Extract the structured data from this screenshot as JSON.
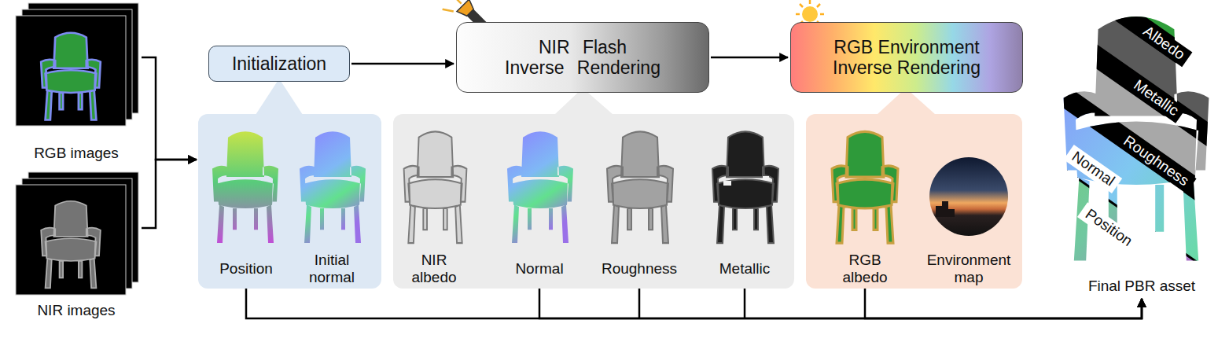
{
  "diagram": {
    "nodes": [
      {
        "text": [
          "RGB images"
        ]
      },
      {
        "text": [
          "NIR images"
        ]
      },
      {
        "text": [
          "Initialization"
        ]
      },
      {
        "text": [
          "NIR Flash Inverse Rendering"
        ]
      },
      {
        "text": [
          "RGB Environment Inverse Rendering"
        ]
      },
      {
        "text": [
          "Position",
          "Initial normal"
        ]
      },
      {
        "text": [
          "NIR albedo",
          "Normal",
          "Roughness",
          "Metallic"
        ]
      },
      {
        "text": [
          "RGB albedo",
          "Environment map"
        ]
      },
      {
        "text": [
          "Final PBR asset"
        ]
      }
    ],
    "edges": [
      {
        "from": 0,
        "to": 5,
        "arrow": "to"
      },
      {
        "from": 1,
        "to": 5,
        "arrow": "to"
      },
      {
        "from": 2,
        "to": 3,
        "arrow": "to"
      },
      {
        "from": 3,
        "to": 4,
        "arrow": "to"
      },
      {
        "from": 5,
        "to": 8,
        "arrow": "to"
      },
      {
        "from": 6,
        "to": 8,
        "arrow": "to"
      },
      {
        "from": 7,
        "to": 8,
        "arrow": "to"
      }
    ],
    "labels": [
      "Albedo",
      "Metallic",
      "Roughness",
      "Normal",
      "Position"
    ]
  }
}
